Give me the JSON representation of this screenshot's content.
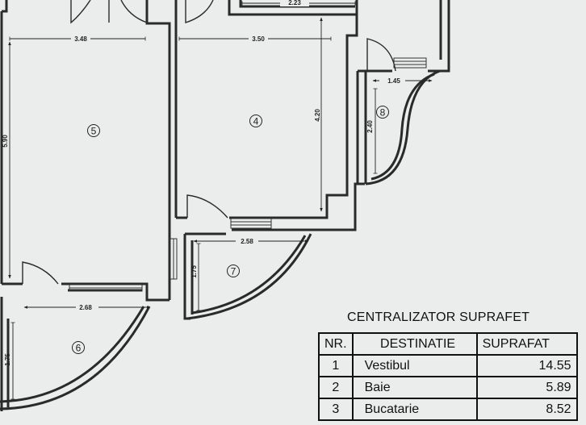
{
  "dimensions": {
    "top_small": "2.23",
    "room5_width": "3.48",
    "room4_width": "3.50",
    "room5_height": "5.90",
    "room4_height": "4.20",
    "room8_width": "1.45",
    "room8_height": "2.40",
    "room7_width": "2.58",
    "room7_height": "1.75",
    "room6_width": "2.68",
    "room6_height": "1.75"
  },
  "rooms": {
    "r4": "4",
    "r5": "5",
    "r6": "6",
    "r7": "7",
    "r8": "8"
  },
  "summary": {
    "title": "CENTRALIZATOR SUPRAFET",
    "headers": {
      "nr": "NR.",
      "destinatie": "DESTINATIE",
      "suprafata": "SUPRAFAT"
    },
    "rows": [
      {
        "nr": "1",
        "destinatie": "Vestibul",
        "suprafata": "14.55"
      },
      {
        "nr": "2",
        "destinatie": "Baie",
        "suprafata": "5.89"
      },
      {
        "nr": "3",
        "destinatie": "Bucatarie",
        "suprafata": "8.52"
      }
    ]
  }
}
